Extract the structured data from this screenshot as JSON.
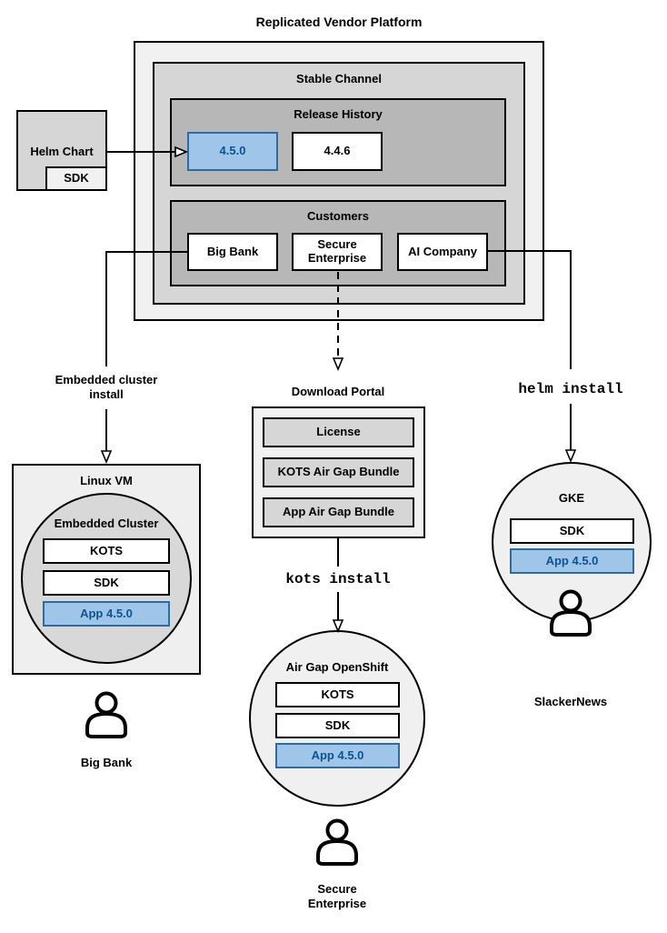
{
  "title": "Replicated Vendor Platform",
  "colors": {
    "highlight_fill": "#9fc5e8",
    "highlight_border": "#2d6ca2",
    "highlight_text": "#0b5394",
    "platform_fill": "#f1f1f1",
    "channel_fill": "#d6d6d6",
    "section_fill": "#b7b7b7"
  },
  "platform": {
    "stable_channel": {
      "label": "Stable Channel",
      "release_history": {
        "label": "Release History",
        "versions": [
          {
            "label": "4.5.0",
            "highlighted": true
          },
          {
            "label": "4.4.6",
            "highlighted": false
          }
        ]
      },
      "customers": {
        "label": "Customers",
        "items": [
          {
            "label": "Big Bank"
          },
          {
            "label": "Secure Enterprise"
          },
          {
            "label": "AI Company"
          }
        ]
      }
    }
  },
  "helm_chart": {
    "label": "Helm Chart",
    "sdk_label": "SDK"
  },
  "connectors": {
    "embedded_install": "Embedded cluster install",
    "kots_install": "kots install",
    "helm_install": "helm install"
  },
  "linux_vm": {
    "label": "Linux VM",
    "cluster_label": "Embedded Cluster",
    "components": [
      "KOTS",
      "SDK",
      "App 4.5.0"
    ]
  },
  "download_portal": {
    "label": "Download Portal",
    "items": [
      "License",
      "KOTS Air Gap Bundle",
      "App Air Gap Bundle"
    ]
  },
  "air_gap_openshift": {
    "label": "Air Gap OpenShift",
    "components": [
      "KOTS",
      "SDK",
      "App 4.5.0"
    ]
  },
  "gke": {
    "label": "GKE",
    "components": [
      "SDK",
      "App 4.5.0"
    ]
  },
  "users": [
    {
      "name": "Big Bank"
    },
    {
      "name": "Secure Enterprise"
    },
    {
      "name": "SlackerNews"
    }
  ]
}
